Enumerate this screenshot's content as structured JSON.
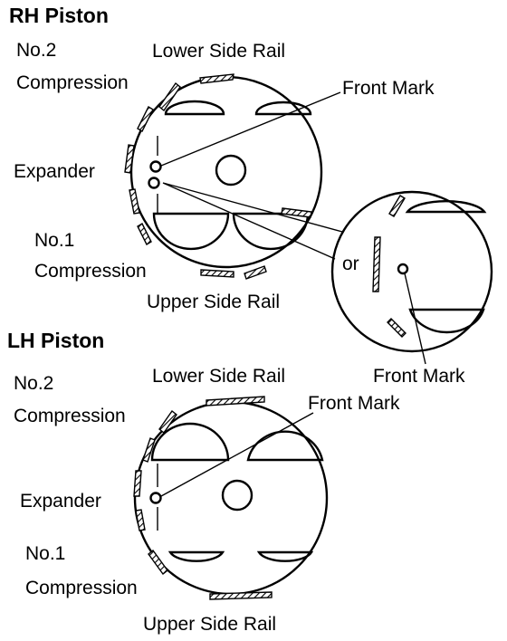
{
  "rh": {
    "title": "RH Piston",
    "no2_line1": "No.2",
    "no2_line2": "Compression",
    "lower_rail": "Lower Side Rail",
    "front_mark": "Front Mark",
    "expander": "Expander",
    "no1_line1": "No.1",
    "no1_line2": "Compression",
    "upper_rail": "Upper Side Rail",
    "detail_or": "or",
    "detail_front_mark": "Front Mark"
  },
  "lh": {
    "title": "LH Piston",
    "no2_line1": "No.2",
    "no2_line2": "Compression",
    "lower_rail": "Lower Side Rail",
    "front_mark": "Front Mark",
    "expander": "Expander",
    "no1_line1": "No.1",
    "no1_line2": "Compression",
    "upper_rail": "Upper Side Rail"
  }
}
